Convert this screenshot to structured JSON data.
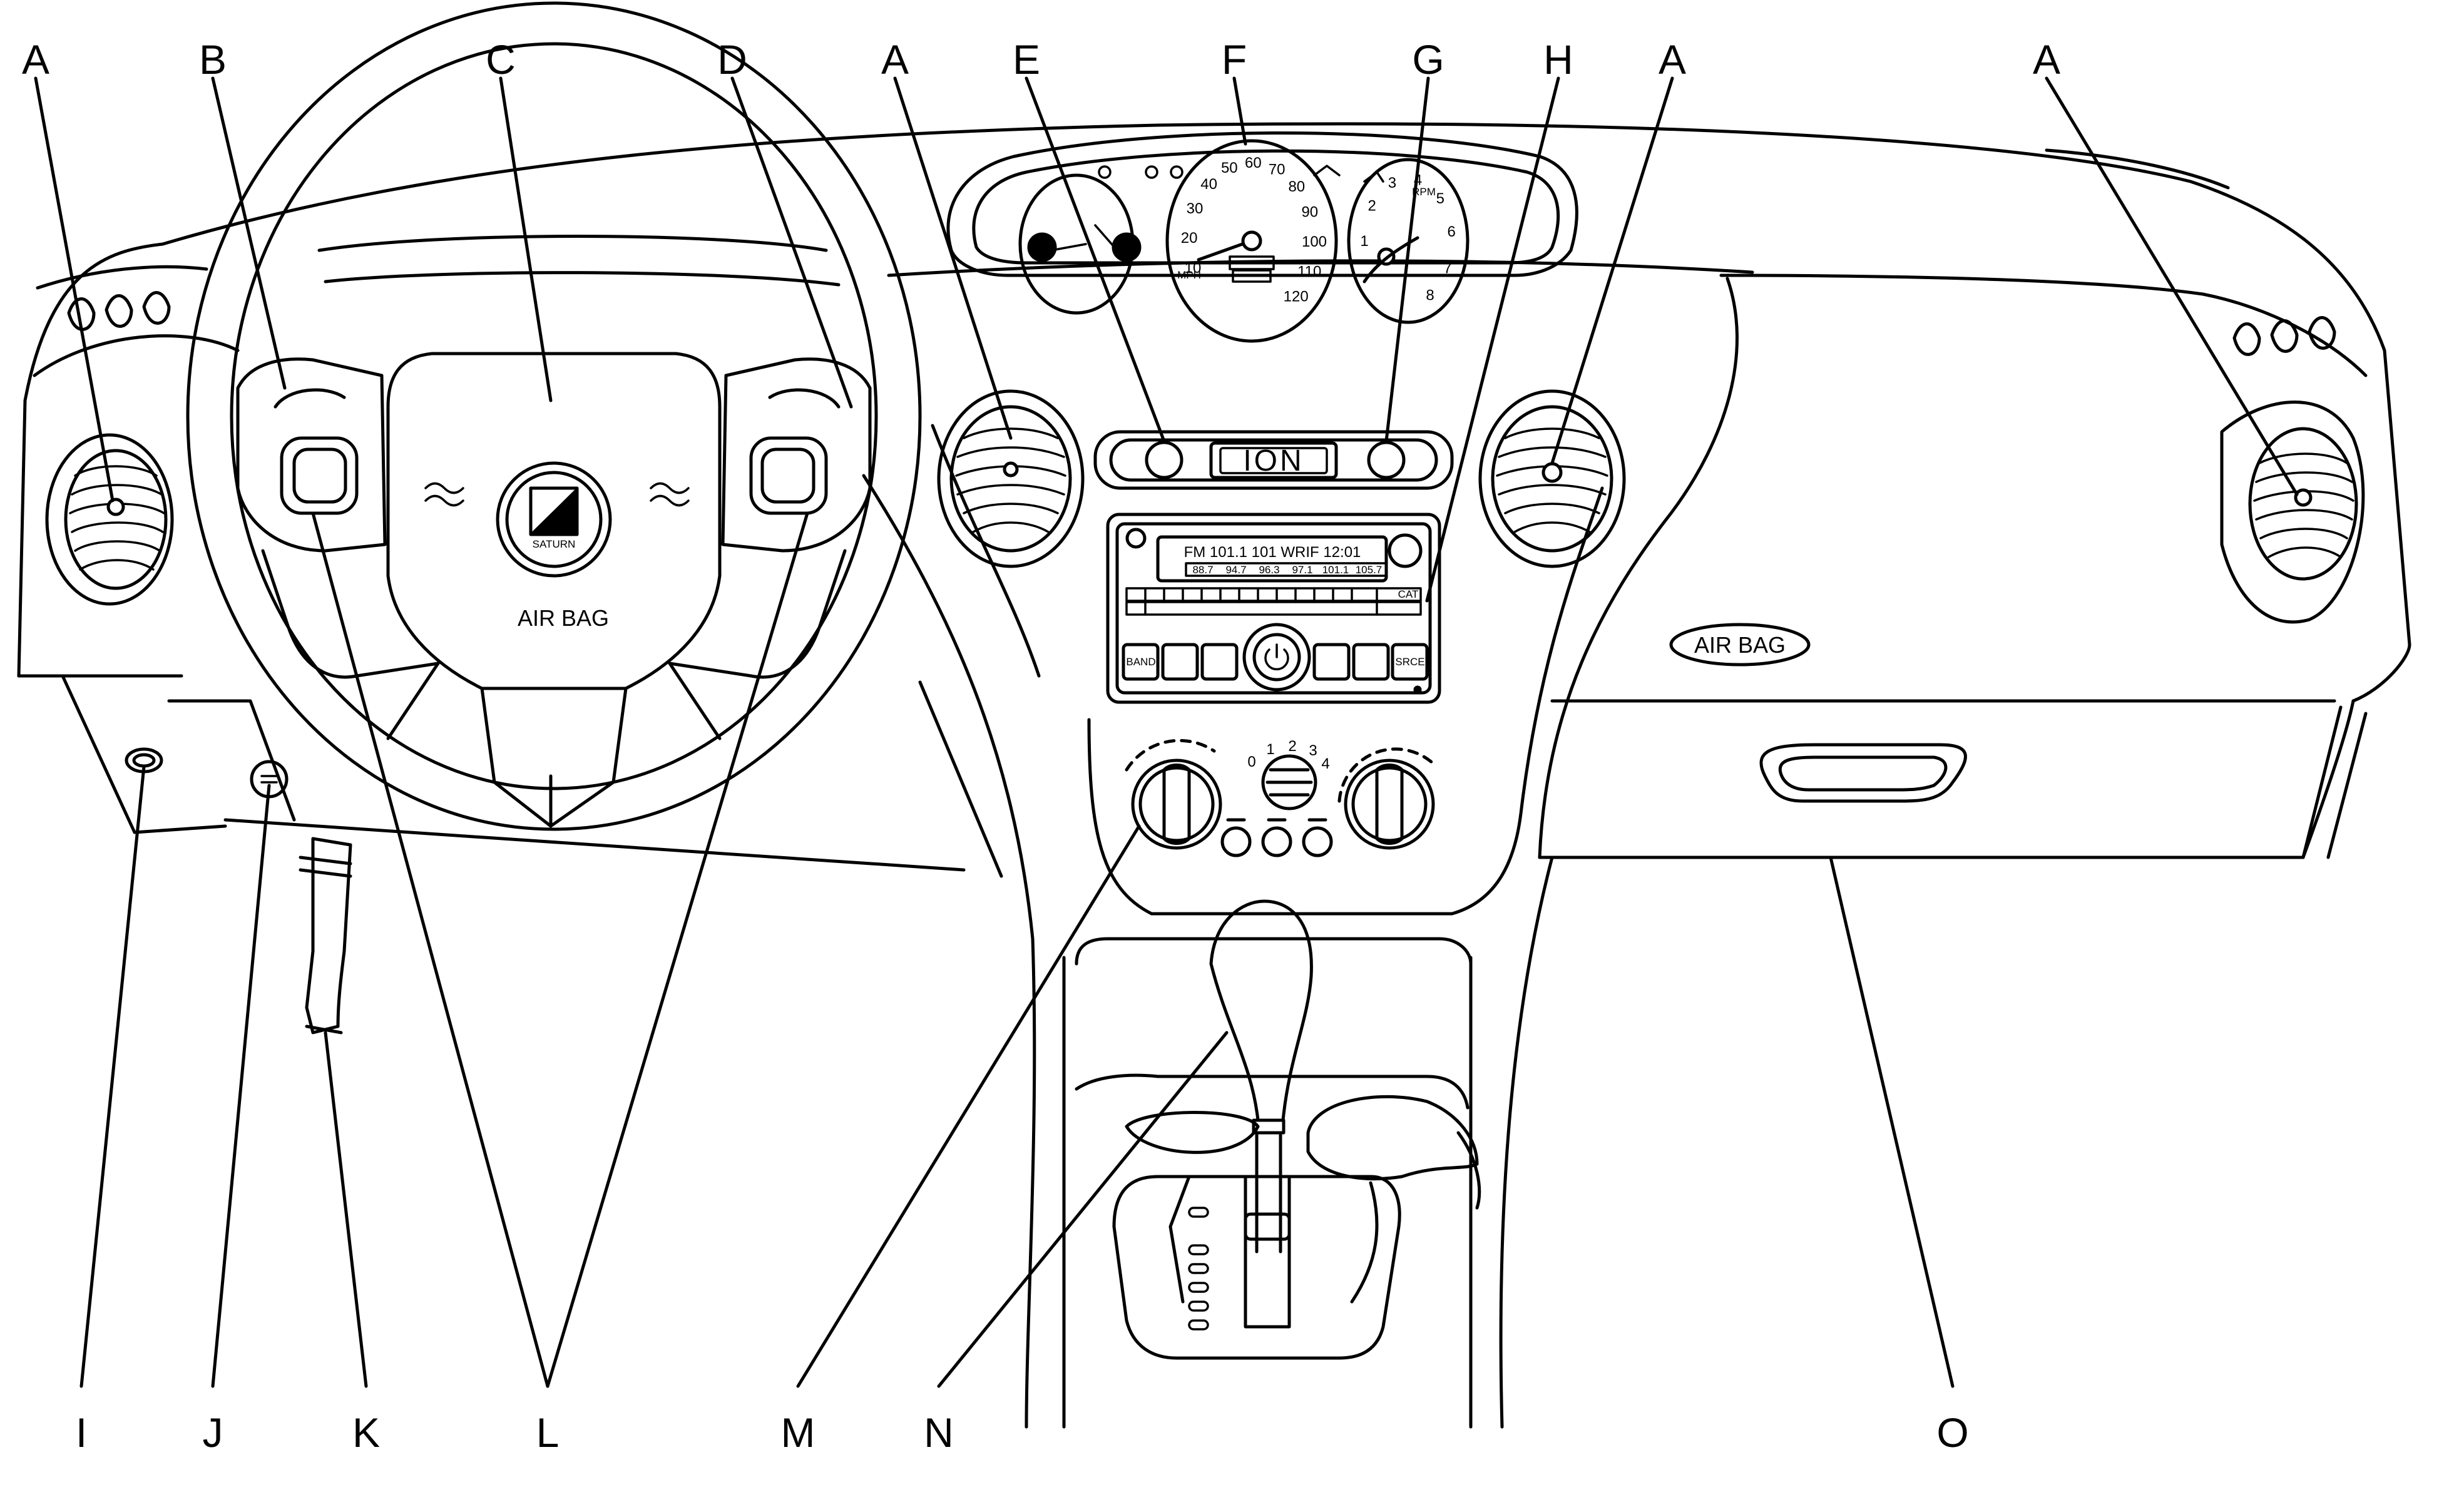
{
  "callouts_top": [
    "A",
    "B",
    "C",
    "D",
    "A",
    "E",
    "F",
    "G",
    "H",
    "A",
    "A"
  ],
  "callouts_bottom": [
    "I",
    "J",
    "K",
    "L",
    "M",
    "N",
    "O"
  ],
  "wheel": {
    "airbag_label": "AIR BAG",
    "logo_text": "SATURN"
  },
  "dash": {
    "airbag_label": "AIR BAG",
    "ion_label": "ION"
  },
  "cluster": {
    "speed_ticks": [
      "10",
      "20",
      "30",
      "40",
      "50",
      "60",
      "70",
      "80",
      "90",
      "100",
      "110",
      "120"
    ],
    "speed_unit": "MPH",
    "rpm_ticks": [
      "1",
      "2",
      "3",
      "4",
      "5",
      "6",
      "7",
      "8"
    ],
    "rpm_unit": "RPM"
  },
  "radio": {
    "display_main": "FM 101.1 101 WRIF 12:01",
    "presets": [
      "88.7",
      "94.7",
      "96.3",
      "97.1",
      "101.1",
      "105.7"
    ],
    "btn_band": "BAND",
    "btn_cat": "CAT",
    "btn_src": "SRCE"
  },
  "climate": {
    "fan_ticks": [
      "0",
      "1",
      "2",
      "3",
      "4"
    ]
  }
}
